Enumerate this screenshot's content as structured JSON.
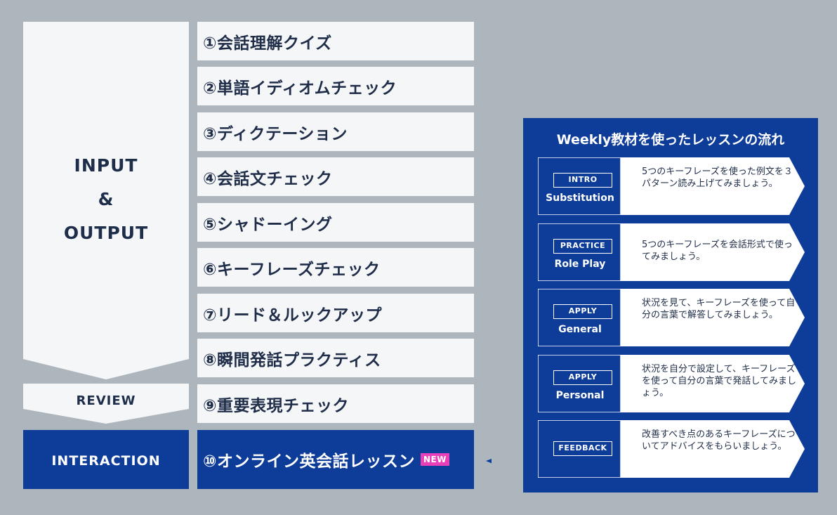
{
  "stages": {
    "input_output_line1": "INPUT",
    "input_output_line2": "&",
    "input_output_line3": "OUTPUT",
    "review": "REVIEW",
    "interaction": "INTERACTION"
  },
  "steps": [
    "①会話理解クイズ",
    "②単語イディオムチェック",
    "③ディクテーション",
    "④会話文チェック",
    "⑤シャドーイング",
    "⑥キーフレーズチェック",
    "⑦リード＆ルックアップ",
    "⑧瞬間発話プラクティス",
    "⑨重要表現チェック",
    "⑩オンライン英会話レッスン"
  ],
  "new_badge": "NEW",
  "lesson_flow": {
    "title": "Weekly教材を使ったレッスンの流れ",
    "items": [
      {
        "tag": "INTRO",
        "label": "Substitution",
        "desc": "5つのキーフレーズを使った例文を３パターン読み上げてみましょう。"
      },
      {
        "tag": "PRACTICE",
        "label": "Role Play",
        "desc": "5つのキーフレーズを会話形式で使ってみましょう。"
      },
      {
        "tag": "APPLY",
        "label": "General",
        "desc": "状況を見て、キーフレーズを使って自分の言葉で解答してみましょう。"
      },
      {
        "tag": "APPLY",
        "label": "Personal",
        "desc": "状況を自分で設定して、キーフレーズを使って自分の言葉で発話してみましょう。"
      },
      {
        "tag": "FEEDBACK",
        "label": "",
        "desc": "改善すべき点のあるキーフレーズについてアドバイスをもらいましょう。"
      }
    ]
  },
  "colors": {
    "background": "#aeb6bd",
    "card": "#f4f6f8",
    "navy": "#0d3c99",
    "text_dark": "#1f2d48",
    "badge_pink": "#e93fb8"
  }
}
